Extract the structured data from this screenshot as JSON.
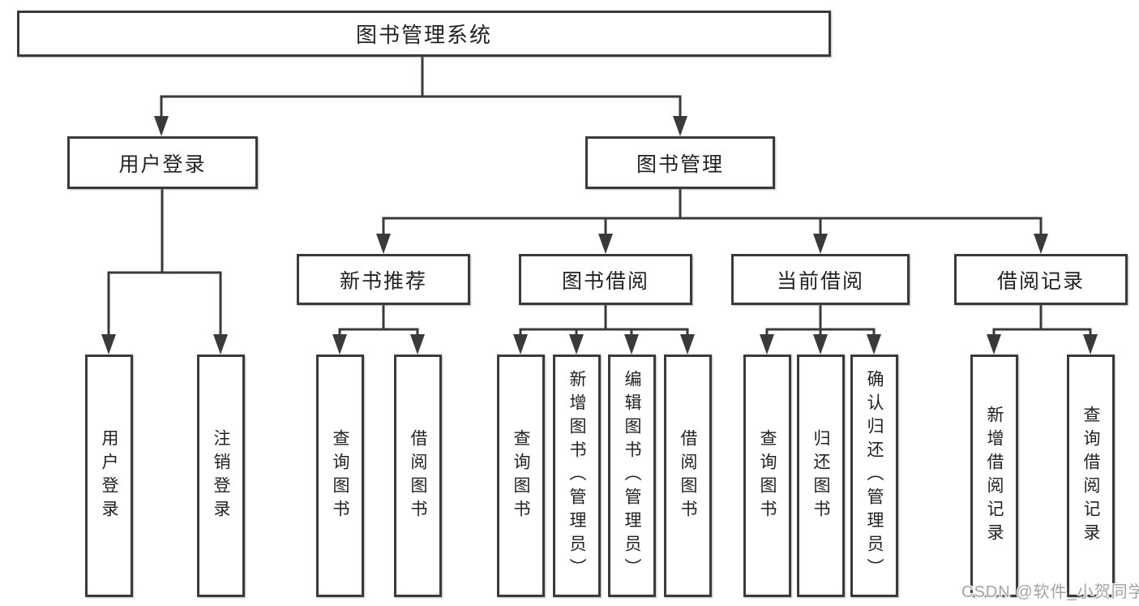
{
  "diagram": {
    "root": {
      "label": "图书管理系统"
    },
    "level2": [
      {
        "label": "用户登录"
      },
      {
        "label": "图书管理"
      }
    ],
    "level3": [
      {
        "label": "新书推荐",
        "parent": "图书管理"
      },
      {
        "label": "图书借阅",
        "parent": "图书管理"
      },
      {
        "label": "当前借阅",
        "parent": "图书管理"
      },
      {
        "label": "借阅记录",
        "parent": "图书管理"
      }
    ],
    "leaves": [
      {
        "label": "用户登录",
        "parent": "用户登录"
      },
      {
        "label": "注销登录",
        "parent": "用户登录"
      },
      {
        "label": "查询图书",
        "parent": "新书推荐"
      },
      {
        "label": "借阅图书",
        "parent": "新书推荐"
      },
      {
        "label": "查询图书",
        "parent": "图书借阅"
      },
      {
        "label": "新增图书（管理员）",
        "parent": "图书借阅"
      },
      {
        "label": "编辑图书（管理员）",
        "parent": "图书借阅"
      },
      {
        "label": "借阅图书",
        "parent": "图书借阅"
      },
      {
        "label": "查询图书",
        "parent": "当前借阅"
      },
      {
        "label": "归还图书",
        "parent": "当前借阅"
      },
      {
        "label": "确认归还（管理员）",
        "parent": "当前借阅"
      },
      {
        "label": "新增借阅记录",
        "parent": "借阅记录"
      },
      {
        "label": "查询借阅记录",
        "parent": "借阅记录"
      }
    ],
    "watermark": "CSDN @软件_小贺同学",
    "colors": {
      "line": "#3a3a3a",
      "text": "#222222",
      "background": "#ffffff",
      "watermark": "#a3a3a3"
    }
  }
}
